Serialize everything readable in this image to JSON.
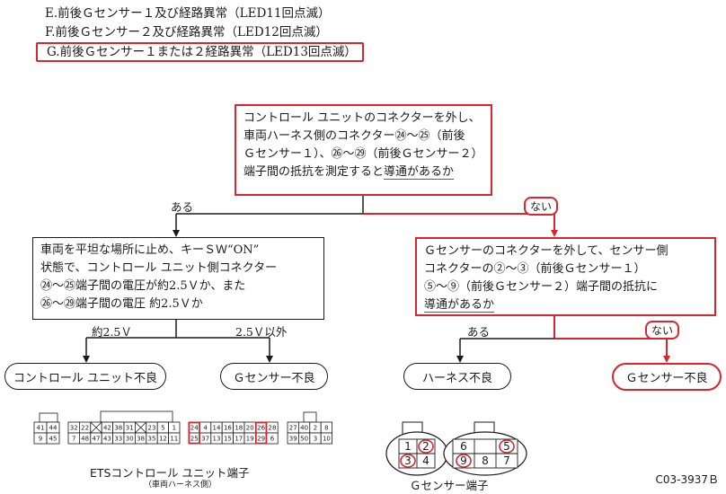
{
  "headers": [
    "E.前後Ｇセンサー１及び経路異常（LED11回点滅）",
    "F.前後Ｇセンサー２及び経路異常（LED12回点滅）",
    "G.前後Ｇセンサー１または２経路異常（LED13回点滅）"
  ],
  "top_box": {
    "lines": [
      "コントロール ユニットのコネクターを外し、",
      "車両ハーネス側のコネクター㉔～㉕（前後",
      "Ｇセンサー１）、㉖～㉙（前後Ｇセンサー２）",
      "端子間の抵抗を測定すると"
    ],
    "highlight": "導通があるか"
  },
  "branch_yes": "ある",
  "branch_no": "ない",
  "left_box": {
    "lines": [
      "車両を平坦な場所に止め、キーＳＷ“ON”",
      "状態で、コントロール ユニット側コネクター",
      "㉔～㉕端子間の電圧が約2.5Ｖか、また",
      "㉖～㉙端子間の電圧 約2.5Ｖか"
    ]
  },
  "left_yes": "約2.5Ｖ",
  "left_no": "2.5Ｖ以外",
  "right_box": {
    "lines": [
      "Ｇセンサーのコネクターを外して、センサー側",
      "コネクターの②～③（前後Ｇセンサー１）",
      "⑤～⑨（前後Ｇセンサー２）端子間の抵抗に"
    ],
    "highlight": "導通があるか"
  },
  "right_yes": "ある",
  "right_no": "ない",
  "results": {
    "control_unit": "コントロール ユニット不良",
    "g_sensor_left": "Ｇセンサー不良",
    "harness": "ハーネス不良",
    "g_sensor_right": "Ｇセンサー不良"
  },
  "ets_connector": {
    "small_left": {
      "top": [
        "41",
        "44"
      ],
      "bottom": [
        "9",
        "45"
      ]
    },
    "main_top": [
      "32",
      "22",
      "",
      "42",
      "38",
      "31",
      "",
      "23",
      "5",
      "1"
    ],
    "main_bottom": [
      "7",
      "48",
      "47",
      "43",
      "33",
      "30",
      "38",
      "35",
      "12",
      "11"
    ],
    "mid_top": [
      "24",
      "4",
      "14",
      "16",
      "18",
      "20",
      "26",
      "28"
    ],
    "mid_bottom": [
      "25",
      "37",
      "13",
      "15",
      "17",
      "19",
      "29",
      "6"
    ],
    "small_right": {
      "top": [
        "27",
        "40",
        "2",
        "8"
      ],
      "bottom": [
        "39",
        "50",
        "3",
        "10"
      ]
    },
    "caption": "ETSコントロール ユニット端子",
    "sub_caption": "（車両ハーネス側）"
  },
  "g_connector": {
    "left": {
      "top": [
        "1",
        "2"
      ],
      "bottom": [
        "3",
        "4"
      ]
    },
    "right": {
      "top": [
        "6",
        "",
        "5"
      ],
      "bottom": [
        "9",
        "8",
        "7"
      ]
    },
    "caption": "Ｇセンサー端子"
  },
  "figure_code": "C03-3937Ｂ",
  "colors": {
    "highlight": "#d8262e",
    "line": "#1a1a1a"
  }
}
